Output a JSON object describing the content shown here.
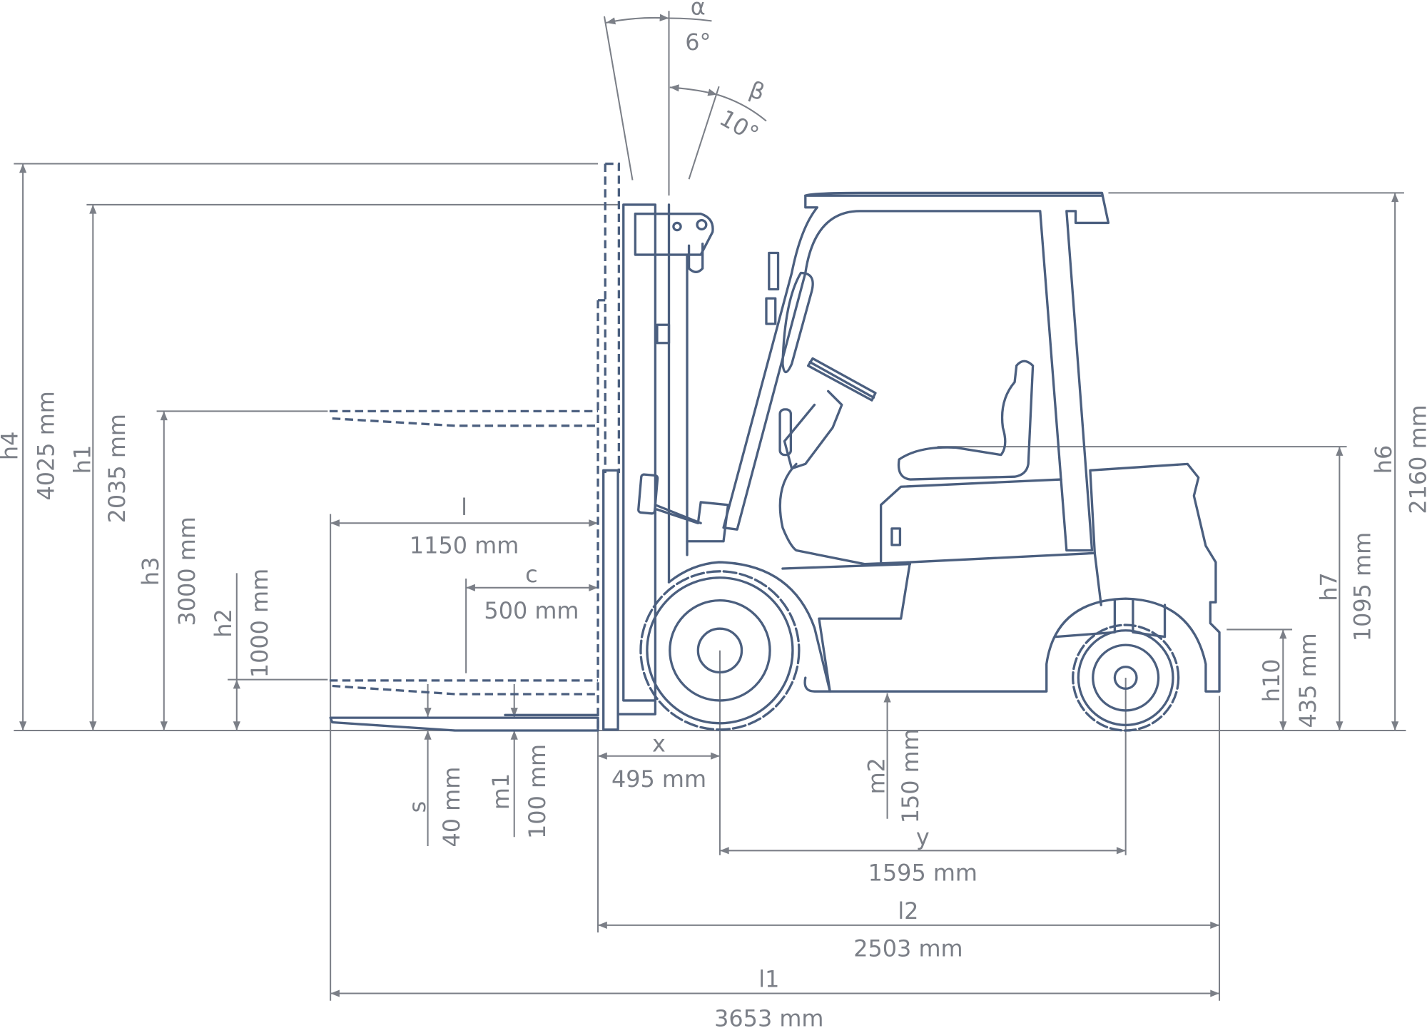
{
  "title": "Forklift dimensions",
  "colors": {
    "dimension": "#7b7f87",
    "vehicle": "#4b5f7f"
  },
  "angles": {
    "alpha": {
      "symbol": "α",
      "value": "6°"
    },
    "beta": {
      "symbol": "β",
      "value": "10°"
    }
  },
  "dimensions": {
    "h4": {
      "symbol": "h4",
      "value": "4025 mm"
    },
    "h1": {
      "symbol": "h1",
      "value": "2035 mm"
    },
    "h3": {
      "symbol": "h3",
      "value": "3000 mm"
    },
    "h2": {
      "symbol": "h2",
      "value": "1000 mm"
    },
    "l": {
      "symbol": "l",
      "value": "1150 mm"
    },
    "c": {
      "symbol": "c",
      "value": "500 mm"
    },
    "s": {
      "symbol": "s",
      "value": "40 mm"
    },
    "m1": {
      "symbol": "m1",
      "value": "100 mm"
    },
    "x": {
      "symbol": "x",
      "value": "495 mm"
    },
    "m2": {
      "symbol": "m2",
      "value": "150 mm"
    },
    "y": {
      "symbol": "y",
      "value": "1595 mm"
    },
    "l2": {
      "symbol": "l2",
      "value": "2503 mm"
    },
    "l1": {
      "symbol": "l1",
      "value": "3653 mm"
    },
    "h10": {
      "symbol": "h10",
      "value": "435 mm"
    },
    "h7": {
      "symbol": "h7",
      "value": "1095 mm"
    },
    "h6": {
      "symbol": "h6",
      "value": "2160 mm"
    }
  }
}
